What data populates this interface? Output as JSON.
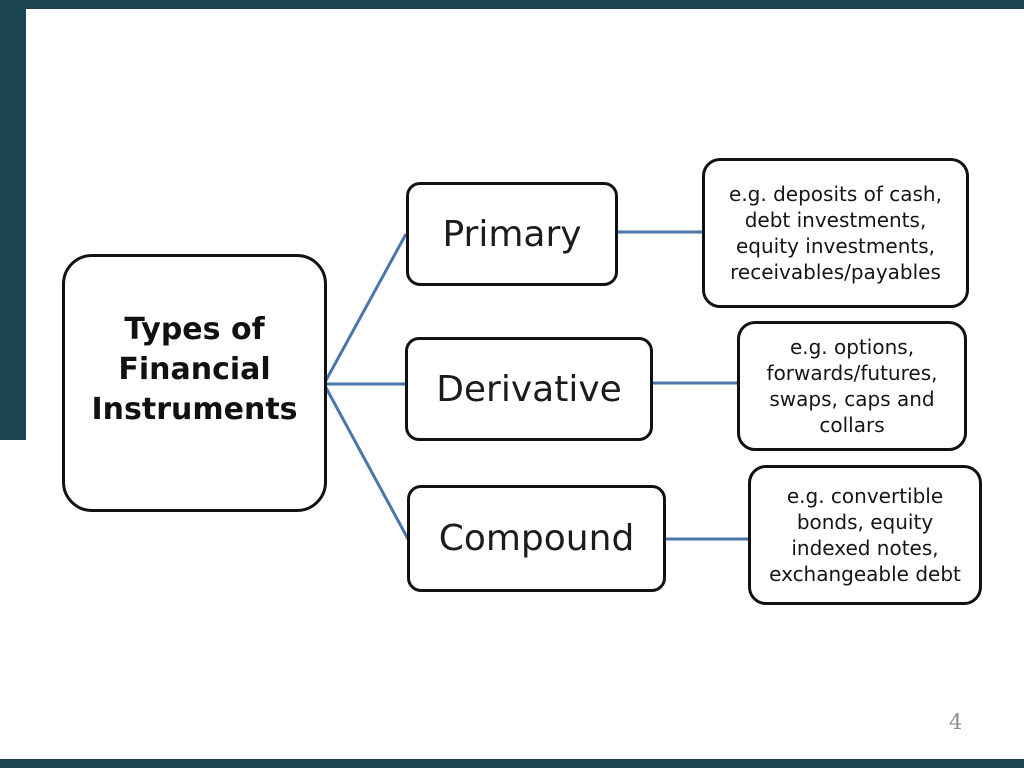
{
  "colors": {
    "chrome": "#1b4452",
    "connector": "#4b76aa",
    "border": "#121212",
    "text": "#1a1a1a",
    "pagenum": "#8f8f8f"
  },
  "diagram": {
    "root": {
      "lines": [
        "Types of",
        "Financial",
        "Instruments"
      ]
    },
    "branches": [
      {
        "label": "Primary",
        "example_lines": [
          "e.g. deposits of cash,",
          "debt investments,",
          "equity investments,",
          "receivables/payables"
        ]
      },
      {
        "label": "Derivative",
        "example_lines": [
          "e.g. options,",
          "forwards/futures,",
          "swaps, caps and",
          "collars"
        ]
      },
      {
        "label": "Compound",
        "example_lines": [
          "e.g. convertible",
          "bonds, equity",
          "indexed notes,",
          "exchangeable debt"
        ]
      }
    ]
  },
  "footer": {
    "page_number": "4"
  }
}
